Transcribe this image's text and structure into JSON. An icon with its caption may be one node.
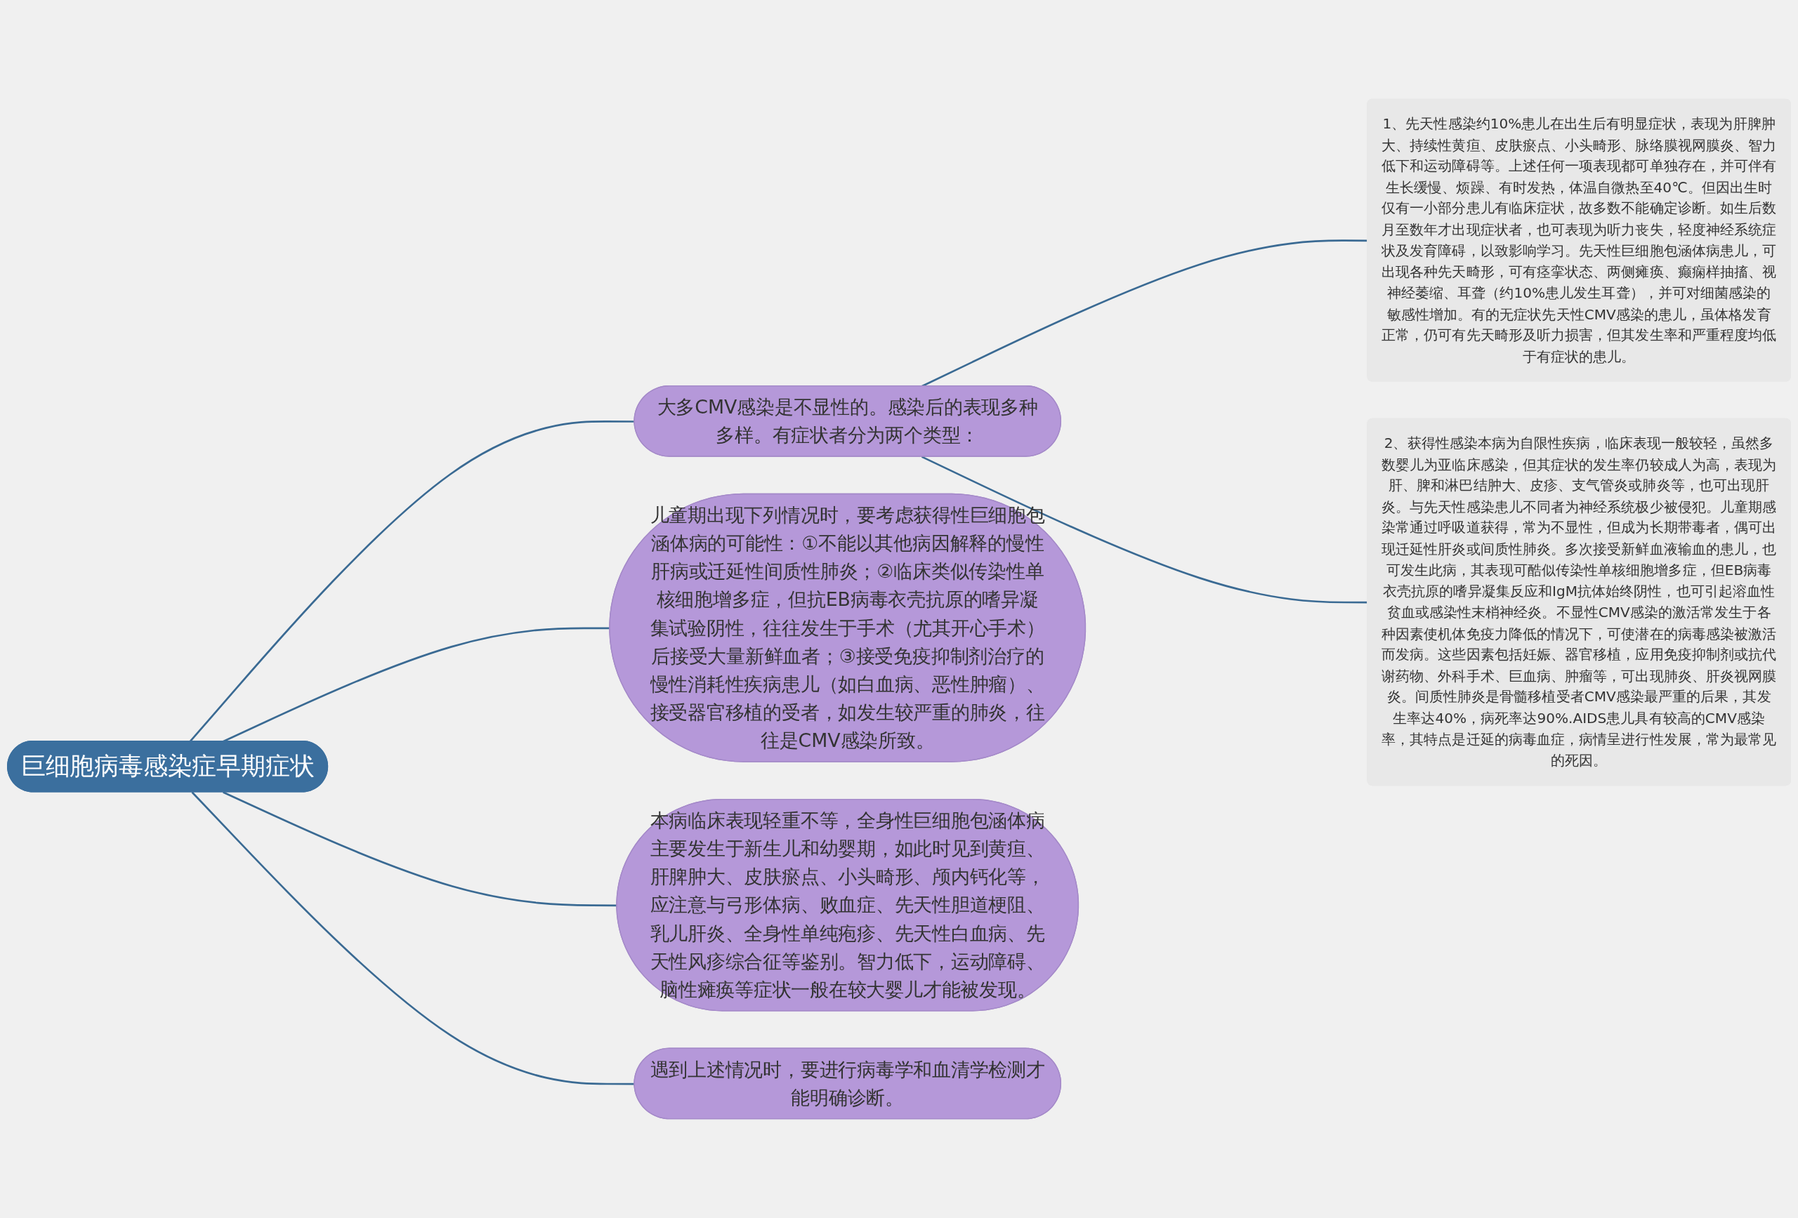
{
  "diagram": {
    "nodes": [
      {
        "text": [
          "巨细胞病毒感染症早期症状"
        ]
      },
      {
        "text": [
          "儿童期出现下列情况时，要考虑获得性巨细胞包涵体病的可能性：①不能以其他病因解释的慢性肝病或迁延性间质性肺炎；②临床类似传染性单核细胞增多症，但抗EB病毒衣壳抗原的嗜异凝集试验阴性，往往发生于手术（尤其开心手术）后接受大量新鲜血者；③接受免疫抑制剂治疗的慢性消耗性疾病患儿（如白血病、恶性肿瘤）、接受器官移植的受者，如发生较严重的肺炎，往往是CMV感染所致。"
        ]
      },
      {
        "text": [
          "本病临床表现轻重不等，全身性巨细胞包涵体病主要发生于新生儿和幼婴期，如此时见到黄疸、肝脾肿大、皮肤瘀点、小头畸形、颅内钙化等，应注意与弓形体病、败血症、先天性胆道梗阻、乳儿肝炎、全身性单纯疱疹、先天性白血病、先天性风疹综合征等鉴别。智力低下，运动障碍、脑性瘫痪等症状一般在较大婴儿才能被发现。"
        ]
      },
      {
        "text": [
          "遇到上述情况时，要进行病毒学和血清学检测才能明确诊断。"
        ]
      },
      {
        "text": [
          "大多CMV感染是不显性的。感染后的表现多种多样。有症状者分为两个类型："
        ]
      },
      {
        "text": [
          "1、先天性感染约10%患儿在出生后有明显症状，表现为肝脾肿大、持续性黄疸、皮肤瘀点、小头畸形、脉络膜视网膜炎、智力低下和运动障碍等。上述任何一项表现都可单独存在，并可伴有生长缓慢、烦躁、有时发热，体温自微热至40℃。但因出生时仅有一小部分患儿有临床症状，故多数不能确定诊断。如生后数月至数年才出现症状者，也可表现为听力丧失，轻度神经系统症状及发育障碍，以致影响学习。先天性巨细胞包涵体病患儿，可出现各种先天畸形，可有痉挛状态、两侧瘫痪、癫痫样抽搐、视神经萎缩、耳聋（约10%患儿发生耳聋），并可对细菌感染的敏感性增加。有的无症状先天性CMV感染的患儿，虽体格发育正常，仍可有先天畸形及听力损害，但其发生率和严重程度均低于有症状的患儿。"
        ]
      },
      {
        "text": [
          "2、获得性感染本病为自限性疾病，临床表现一般较轻，虽然多数婴儿为亚临床感染，但其症状的发生率仍较成人为高，表现为肝、脾和淋巴结肿大、皮疹、支气管炎或肺炎等，也可出现肝炎。与先天性感染患儿不同者为神经系统极少被侵犯。儿童期感染常通过呼吸道获得，常为不显性，但成为长期带毒者，偶可出现迁延性肝炎或间质性肺炎。多次接受新鲜血液输血的患儿，也可发生此病，其表现可酷似传染性单核细胞增多症，但EB病毒衣壳抗原的嗜异凝集反应和IgM抗体始终阴性，也可引起溶血性贫血或感染性末梢神经炎。不显性CMV感染的激活常发生于各种因素使机体免疫力降低的情况下，可使潜在的病毒感染被激活而发病。这些因素包括妊娠、器官移植，应用免疫抑制剂或抗代谢药物、外科手术、巨血病、肿瘤等，可出现肺炎、肝炎视网膜炎。间质性肺炎是骨髓移植受者CMV感染最严重的后果，其发生率达40%，病死率达90%.AIDS患儿具有较高的CMV感染率，其特点是迁延的病毒血症，病情呈进行性发展，常为最常见的死因。"
        ]
      }
    ],
    "edges": [
      {
        "from": 0,
        "to": 1,
        "arrow": "none"
      },
      {
        "from": 0,
        "to": 2,
        "arrow": "none"
      },
      {
        "from": 0,
        "to": 3,
        "arrow": "none"
      },
      {
        "from": 0,
        "to": 4,
        "arrow": "none"
      },
      {
        "from": 4,
        "to": 5,
        "arrow": "none"
      },
      {
        "from": 4,
        "to": 6,
        "arrow": "none"
      }
    ]
  }
}
